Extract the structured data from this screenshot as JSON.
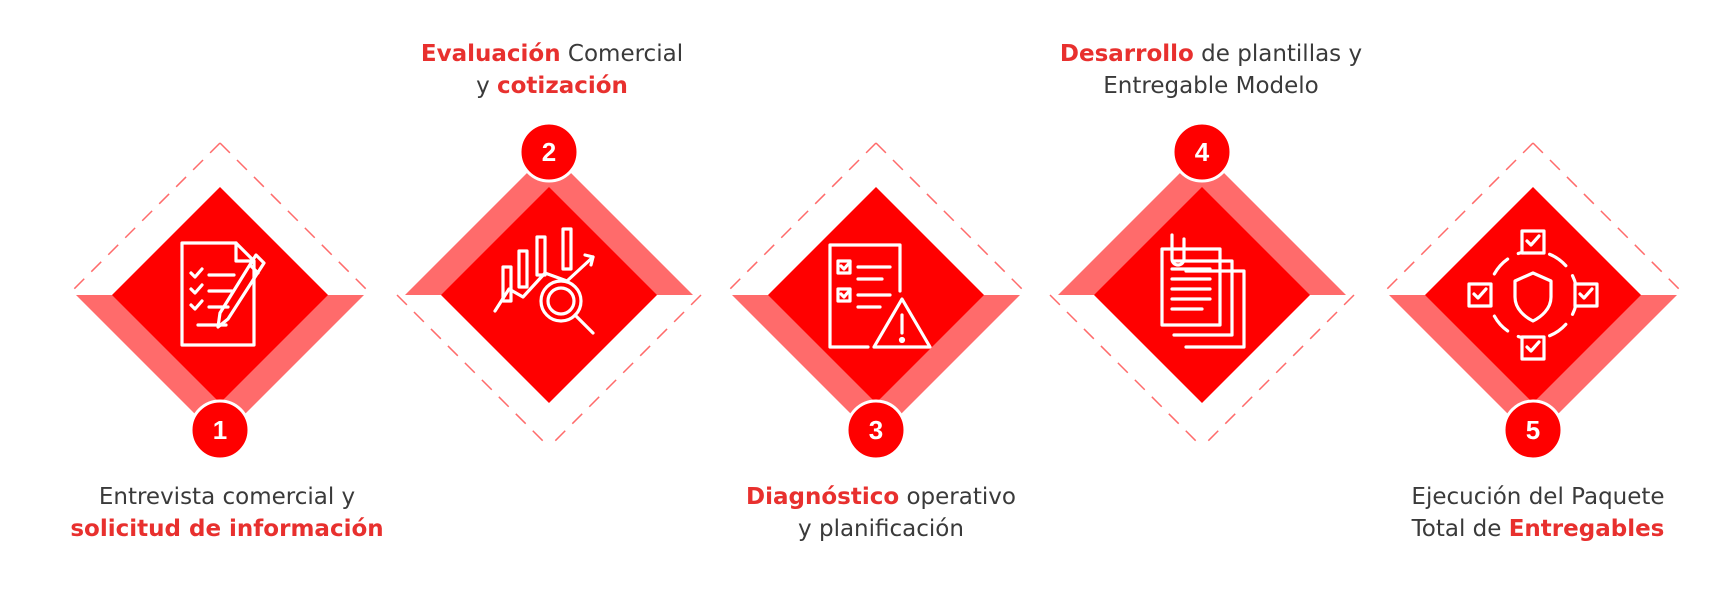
{
  "colors": {
    "primary_red": "#ff0000",
    "light_red": "#ff6b6b",
    "text_gray": "#3a3a3a",
    "highlight_red": "#e8302e"
  },
  "steps": [
    {
      "number": "1",
      "icon": "document-checklist-pencil-icon",
      "caption": {
        "line1": {
          "a": "Entrevista comercial y"
        },
        "line2": {
          "hl": "solicitud de información"
        }
      }
    },
    {
      "number": "2",
      "icon": "bar-chart-magnifier-icon",
      "caption": {
        "line1": {
          "hl": "Evaluación",
          "b": " Comercial"
        },
        "line2": {
          "a": "y ",
          "hl": "cotización"
        }
      }
    },
    {
      "number": "3",
      "icon": "clipboard-checklist-warning-icon",
      "caption": {
        "line1": {
          "hl": "Diagnóstico",
          "b": " operativo"
        },
        "line2": {
          "a": "y planificación"
        }
      }
    },
    {
      "number": "4",
      "icon": "stacked-documents-clip-icon",
      "caption": {
        "line1": {
          "hl": "Desarrollo",
          "b": " de plantillas y"
        },
        "line2": {
          "a": "Entregable Modelo"
        }
      }
    },
    {
      "number": "5",
      "icon": "shield-checkboxes-cycle-icon",
      "caption": {
        "line1": {
          "a": "Ejecución del Paquete"
        },
        "line2": {
          "a": "Total de ",
          "hl": "Entregables"
        }
      }
    }
  ]
}
